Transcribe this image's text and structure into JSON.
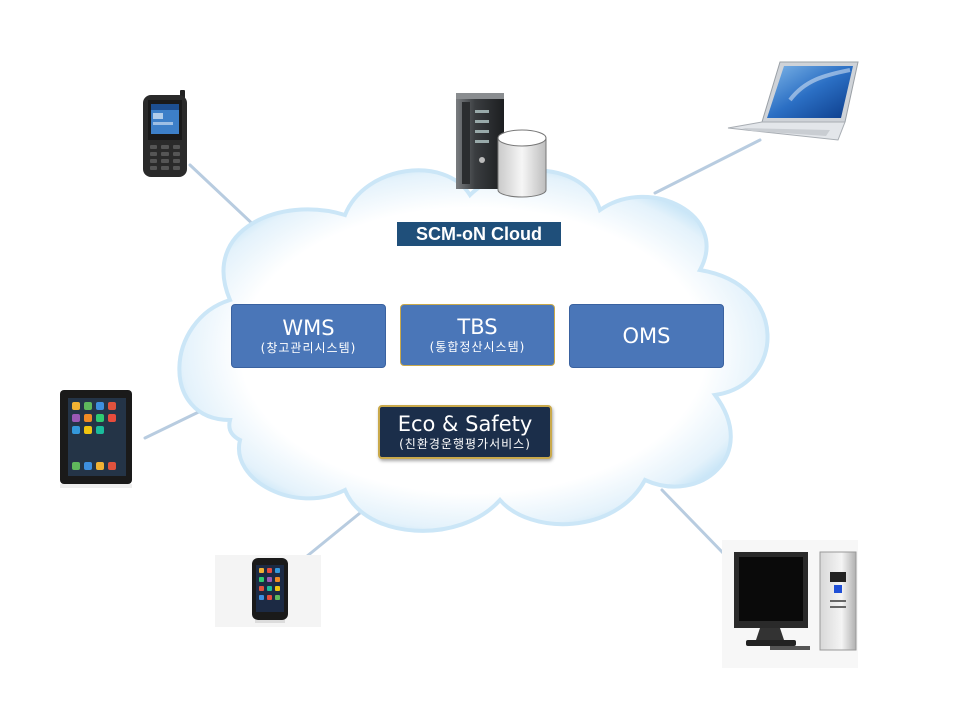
{
  "cloud": {
    "label": "SCM-oN Cloud"
  },
  "modules": [
    {
      "title": "WMS",
      "subtitle": "(창고관리시스템)"
    },
    {
      "title": "TBS",
      "subtitle": "(통합정산시스템)"
    },
    {
      "title": "OMS",
      "subtitle": ""
    },
    {
      "title": "Eco & Safety",
      "subtitle": "(친환경운행평가서비스)"
    }
  ],
  "colors": {
    "cloud_edge": "#a8d4f0",
    "module_blue": "#4a76b8",
    "module_dark": "#1b2e4a",
    "gold_border": "#c9a94b",
    "connector": "#b8cce0"
  },
  "devices": [
    "pda-handheld-icon",
    "laptop-icon",
    "tablet-icon",
    "smartphone-icon",
    "desktop-computer-icon",
    "server-icon",
    "database-icon"
  ]
}
